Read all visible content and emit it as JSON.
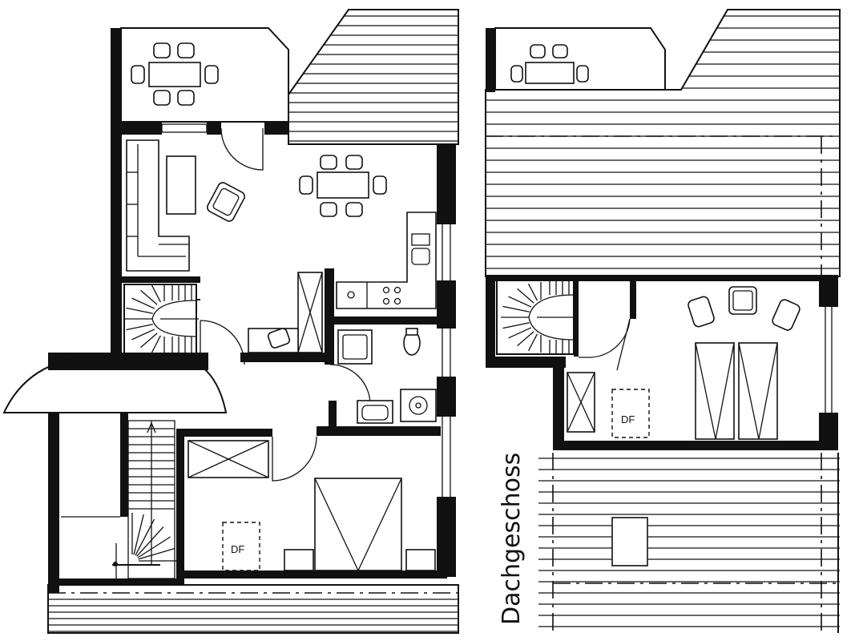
{
  "floor_label": "Dachgeschoss",
  "marks": {
    "dachfenster_ground": "DF",
    "dachfenster_attic": "DF"
  }
}
